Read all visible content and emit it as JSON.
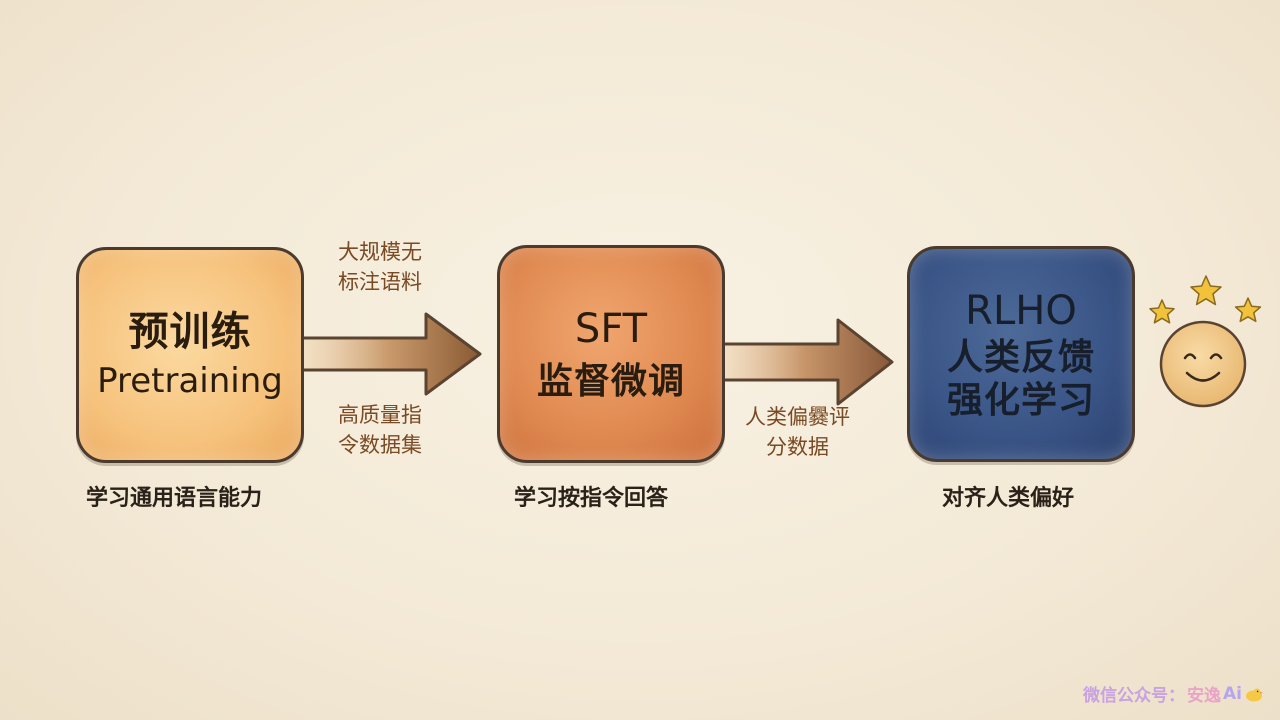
{
  "stages": [
    {
      "title_cn": "预训练",
      "title_en": "Pretraining",
      "caption": "学习通用语言能力",
      "color": "#f6c27c"
    },
    {
      "title_en": "SFT",
      "title_cn": "监督微调",
      "caption": "学习按指令回答",
      "color": "#e08a51"
    },
    {
      "title_en": "RLHO",
      "title_cn_line1": "人类反馈",
      "title_cn_line2": "强化学习",
      "caption": "对齐人类偏好",
      "color": "#3a5587"
    }
  ],
  "arrows": [
    {
      "label_top_line1": "大规模无",
      "label_top_line2": "标注语料",
      "label_bottom_line1": "高质量指",
      "label_bottom_line2": "令数据集"
    },
    {
      "label_line1": "人类偏爨评",
      "label_line2": "分数据"
    }
  ],
  "decor": {
    "smiley_icon": "smiley-face-icon",
    "star_icon": "star-icon"
  },
  "watermark": {
    "left": "微信公众号：",
    "right": "安逸",
    "ai": "Ai"
  }
}
